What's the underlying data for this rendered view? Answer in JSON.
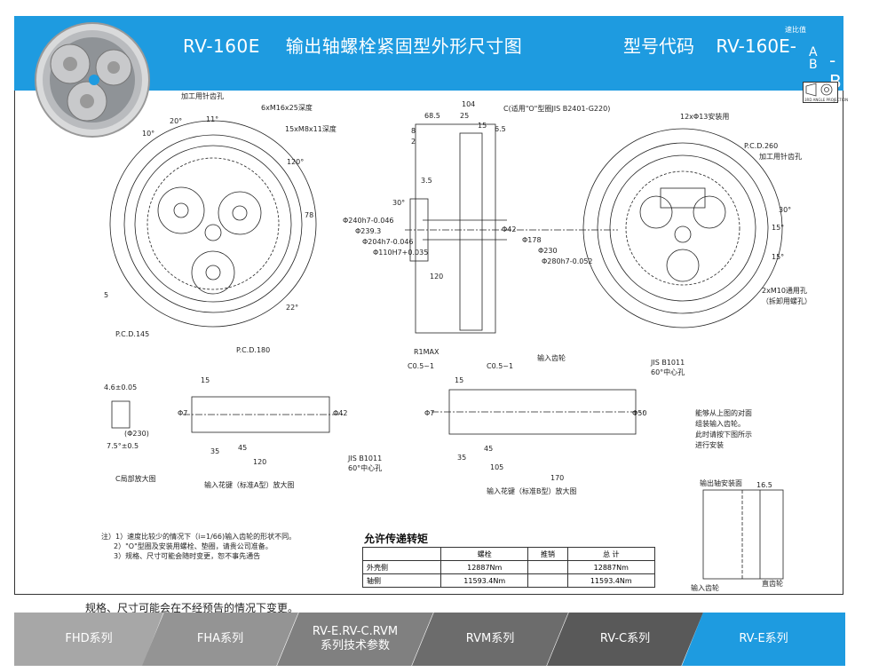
{
  "header": {
    "model": "RV-160E",
    "title": "输出轴螺栓紧固型外形尺寸图",
    "code_label": "型号代码",
    "code_value": "RV-160E-",
    "ratio_label": "速比值",
    "ratio_a": "A",
    "ratio_b": "B",
    "ratio_suffix": "-B",
    "projection": "3RD ANGLE PROJECTION"
  },
  "drawing_labels": {
    "machining_hole": "加工用针齿孔",
    "m16": "6xM16x25深度",
    "m8": "15xM8x11深度",
    "o_ring": "C(适用\"O\"型圈JIS B2401-G220)",
    "holes_13": "12xΦ13安装用",
    "pcd260": "P.C.D.260",
    "machining_hole2": "加工用针齿孔",
    "m10": "2xM10通用孔",
    "m10_sub": "（拆卸用螺孔）",
    "pcd145": "P.C.D.145",
    "pcd180": "P.C.D.180",
    "input_gear": "输入齿轮",
    "r1": "R1MAX",
    "c05a": "C0.5~1",
    "c05b": "C0.5~1",
    "jis_a": "JIS B1011",
    "jis_a_sub": "60°中心孔",
    "jis_b": "JIS B1011",
    "jis_b_sub": "60°中心孔",
    "c_detail": "C局部放大图",
    "spline_a": "输入花键（标准A型）放大图",
    "spline_b": "输入花键（标准B型）放大图",
    "d104": "104",
    "d685": "68.5",
    "d25": "25",
    "d15a": "15",
    "d65": "6.5",
    "d8": "8",
    "d2": "2",
    "d35": "3.5",
    "d120": "120",
    "d78": "78",
    "d5": "5",
    "d20": "20°",
    "d11": "11°",
    "d10": "10°",
    "d120deg": "120°",
    "d22": "22°",
    "d30": "30°",
    "d15deg": "15°",
    "d15deg2": "15°",
    "dia240": "Φ240h7-0.046",
    "dia2393": "Φ239.3",
    "dia204": "Φ204h7-0.046",
    "dia110": "Φ110H7+0.035",
    "dia42": "Φ42",
    "dia178": "Φ178",
    "dia230": "Φ230",
    "dia280": "Φ280h7-0.052",
    "s46": "4.6±0.05",
    "s75": "7.5°±0.5",
    "s230": "(Φ230)",
    "a15": "15",
    "a7": "Φ7",
    "a35": "35",
    "a45": "45",
    "a120": "120",
    "a42": "Φ42",
    "b15": "15",
    "b7": "Φ7",
    "b35": "35",
    "b45": "45",
    "b105": "105",
    "b170": "170",
    "b50": "Φ50",
    "out_mount": "输出轴安装面",
    "d165": "16.5",
    "in_gear2": "输入齿轮",
    "spur_gear": "直齿轮"
  },
  "notes": [
    "注）1）速度比较少的情况下（i=1/66)输入齿轮的形状不同。",
    "2）\"O\"型圈及安装用螺栓、垫圈，请贵公司准备。",
    "3）规格、尺寸可能会随时变更，恕不事先通告"
  ],
  "note_box": [
    "能够从上图的对面",
    "组装输入齿轮。",
    "此时请按下图所示",
    "进行安装"
  ],
  "torque": {
    "title": "允许传递转矩",
    "headers": [
      "",
      "螺栓",
      "推销",
      "总 计"
    ],
    "rows": [
      {
        "name": "外壳侧",
        "bolt": "12887Nm",
        "pin": "",
        "total": "12887Nm"
      },
      {
        "name": "轴侧",
        "bolt": "11593.4Nm",
        "pin": "",
        "total": "11593.4Nm"
      }
    ]
  },
  "footer_note": "规格、尺寸可能会在不经预告的情况下变更。",
  "tabs": [
    {
      "label": "FHD系列"
    },
    {
      "label": "FHA系列"
    },
    {
      "label": "RV-E.RV-C.RVM\n系列技术参数"
    },
    {
      "label": "RVM系列"
    },
    {
      "label": "RV-C系列"
    },
    {
      "label": "RV-E系列"
    }
  ],
  "colors": {
    "accent": "#1e9be0",
    "tab_gray": "#808080"
  }
}
